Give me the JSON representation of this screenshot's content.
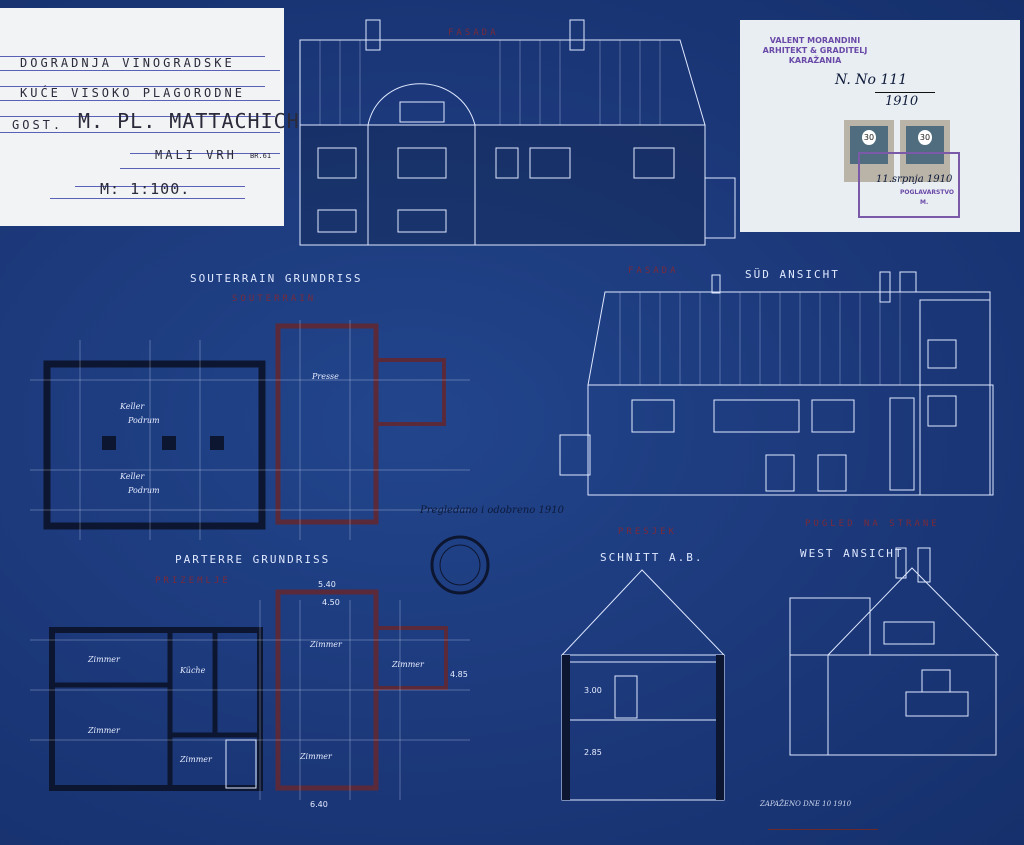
{
  "title_block": {
    "line1": "DOGRADNJA VINOGRADSKE",
    "line2": "KUĆE VISOKO PLAGORODNE",
    "line3_prefix": "GOST.",
    "line3_name": "M. PL. MATTACHICH",
    "line4": "MALI VRH",
    "line4_no": "BR.61",
    "scale": "M: 1:100."
  },
  "approval": {
    "stamp_line1": "VALENT MORANDINI",
    "stamp_line2": "ARHITEKT & GRADITELJ",
    "stamp_line3": "KARAŽANIA",
    "reg_number": "N. No 111",
    "reg_year": "1910",
    "stamp_value": "30",
    "date_stamp": "11.srpnja 1910",
    "office": "POGLAVARSTVO",
    "office_initial": "M."
  },
  "labels": {
    "facade_top": "FASADA",
    "facade_right": "FASADA",
    "south_view": "SÜD ANSICHT",
    "souterrain_title": "SOUTERRAIN GRUNDRISS",
    "souterrain_sub": "SOUTERRAIN",
    "parterre_title": "PARTERRE GRUNDRISS",
    "parterre_sub": "PRIZEMLJE",
    "section_sub": "PRESJEK",
    "section_title": "SCHNITT A.B.",
    "side_sub": "POGLED NA STRANE",
    "west_view": "WEST ANSICHT",
    "signature_caption": "ZAPAŽENO DNE 10 1910"
  },
  "rooms": {
    "keller1": "Keller",
    "keller1_sub": "Podrum",
    "keller2": "Keller",
    "keller2_sub": "Podrum",
    "presse": "Presse",
    "zimmer1": "Zimmer",
    "zimmer2": "Zimmer",
    "kueche": "Küche",
    "zimmer3": "Zimmer",
    "zimmer4": "Zimmer",
    "zimmer5": "Zimmer",
    "zimmer6": "Zimmer"
  },
  "dimensions": {
    "d1": "5.40",
    "d2": "4.50",
    "d3": "6.40",
    "d4": "3.00",
    "d5": "2.85",
    "d6": "4.85"
  },
  "handwritten_note": "Pregledano i odobreno 1910"
}
